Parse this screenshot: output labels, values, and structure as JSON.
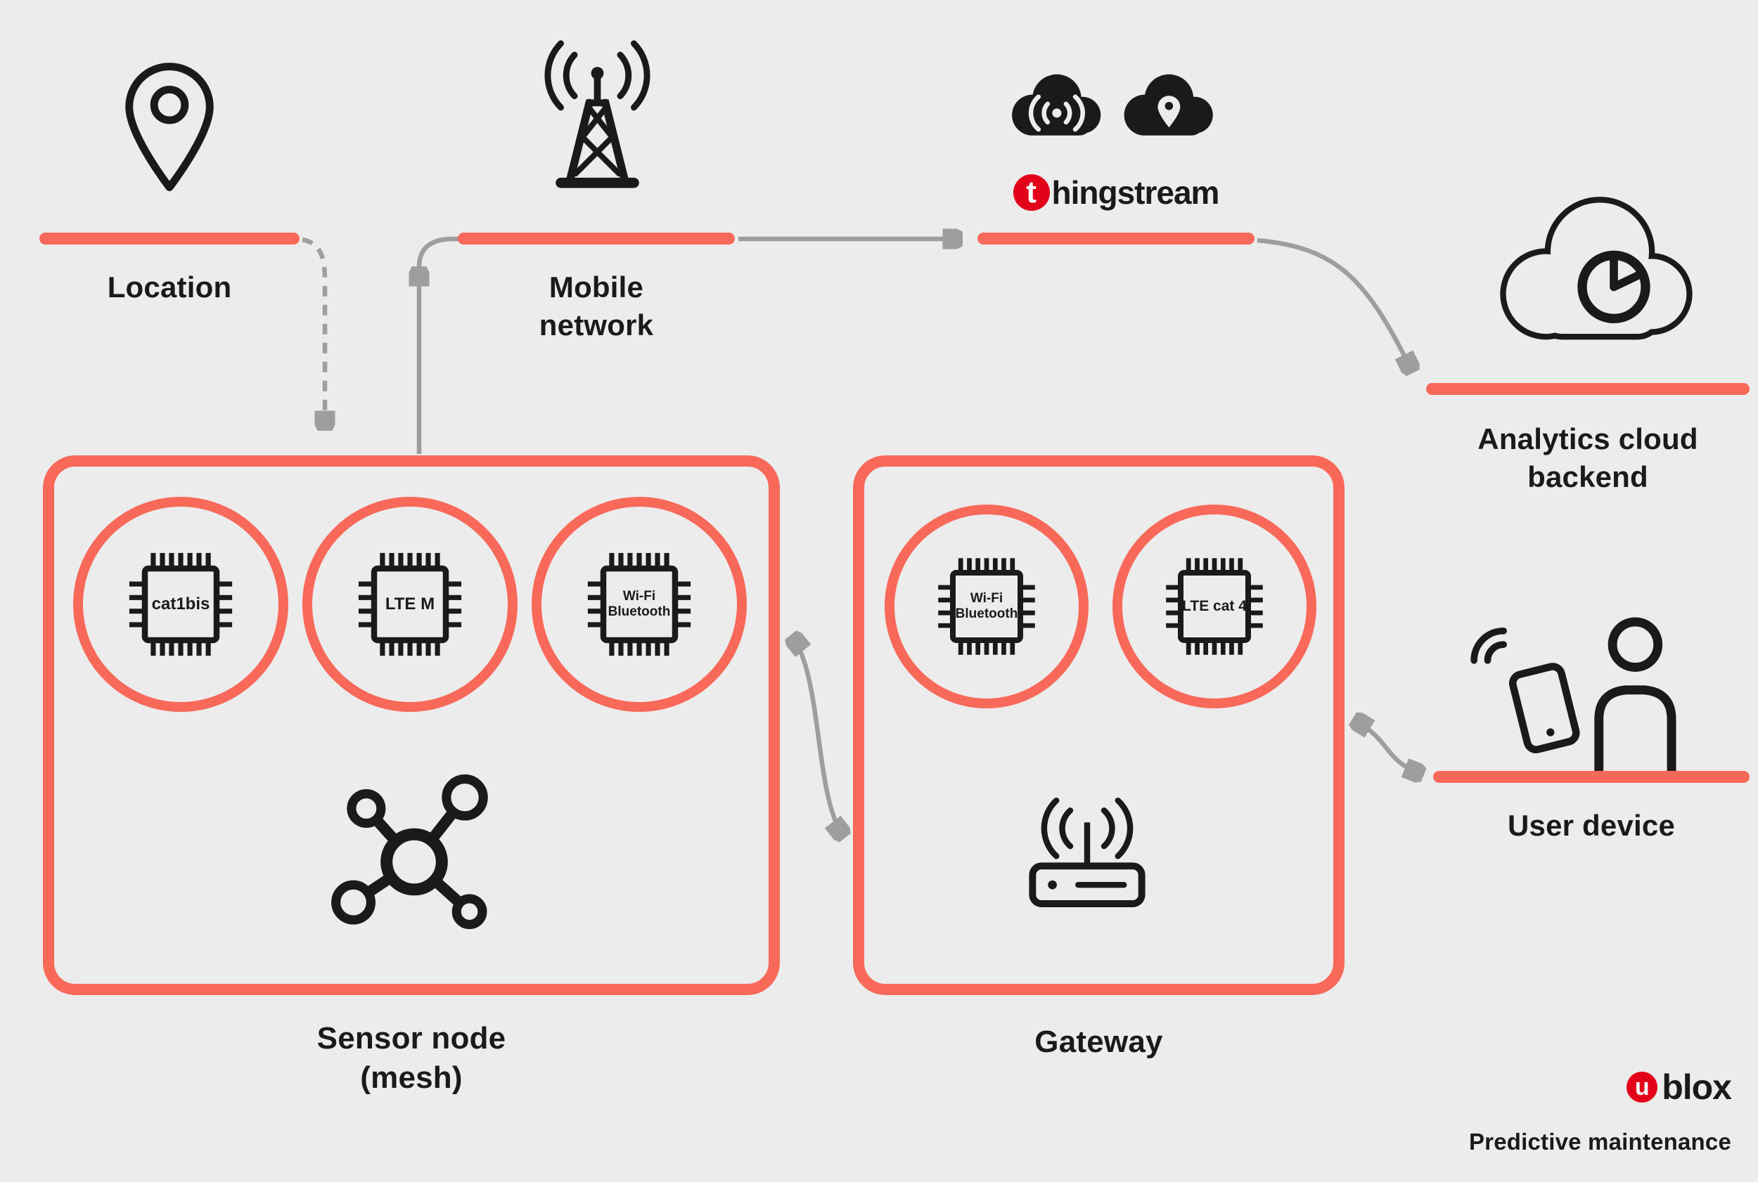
{
  "colors": {
    "background": "#ececec",
    "accent": "#f8695a",
    "ink": "#1a1a1a",
    "arrow": "#9e9e9e",
    "brand_red": "#e2001a"
  },
  "nodes": {
    "location": {
      "label": "Location"
    },
    "mobile_network": {
      "label": "Mobile\nnetwork"
    },
    "thingstream": {
      "logo_initial": "t",
      "logo_rest": "hingstream"
    },
    "analytics_cloud": {
      "label": "Analytics cloud\nbackend"
    },
    "sensor_node": {
      "label": "Sensor node\n(mesh)",
      "chips": [
        {
          "label": "cat1bis"
        },
        {
          "label": "LTE M"
        },
        {
          "label": "Wi-Fi\nBluetooth"
        }
      ]
    },
    "gateway": {
      "label": "Gateway",
      "chips": [
        {
          "label": "Wi-Fi\nBluetooth"
        },
        {
          "label": "LTE cat 4"
        }
      ]
    },
    "user_device": {
      "label": "User device"
    }
  },
  "branding": {
    "logo_initial": "u",
    "logo_rest": "blox",
    "tagline": "Predictive maintenance"
  }
}
